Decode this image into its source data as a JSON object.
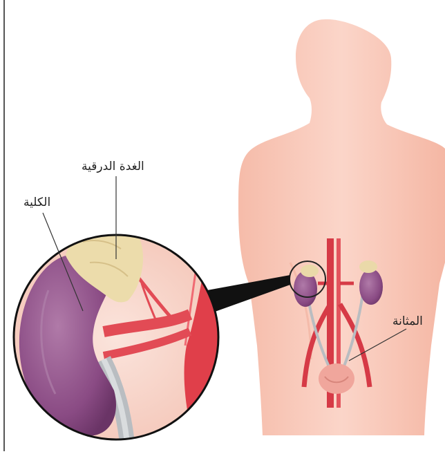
{
  "labels": {
    "thyroid": "الغدة الدرقية",
    "kidney": "الكلية",
    "bladder": "المثانة"
  },
  "colors": {
    "skin": "#f7c4b4",
    "kidney": "#8e4f88",
    "adrenal": "#efe0b5",
    "artery": "#e1444f",
    "ureter": "#bfc3c7"
  }
}
